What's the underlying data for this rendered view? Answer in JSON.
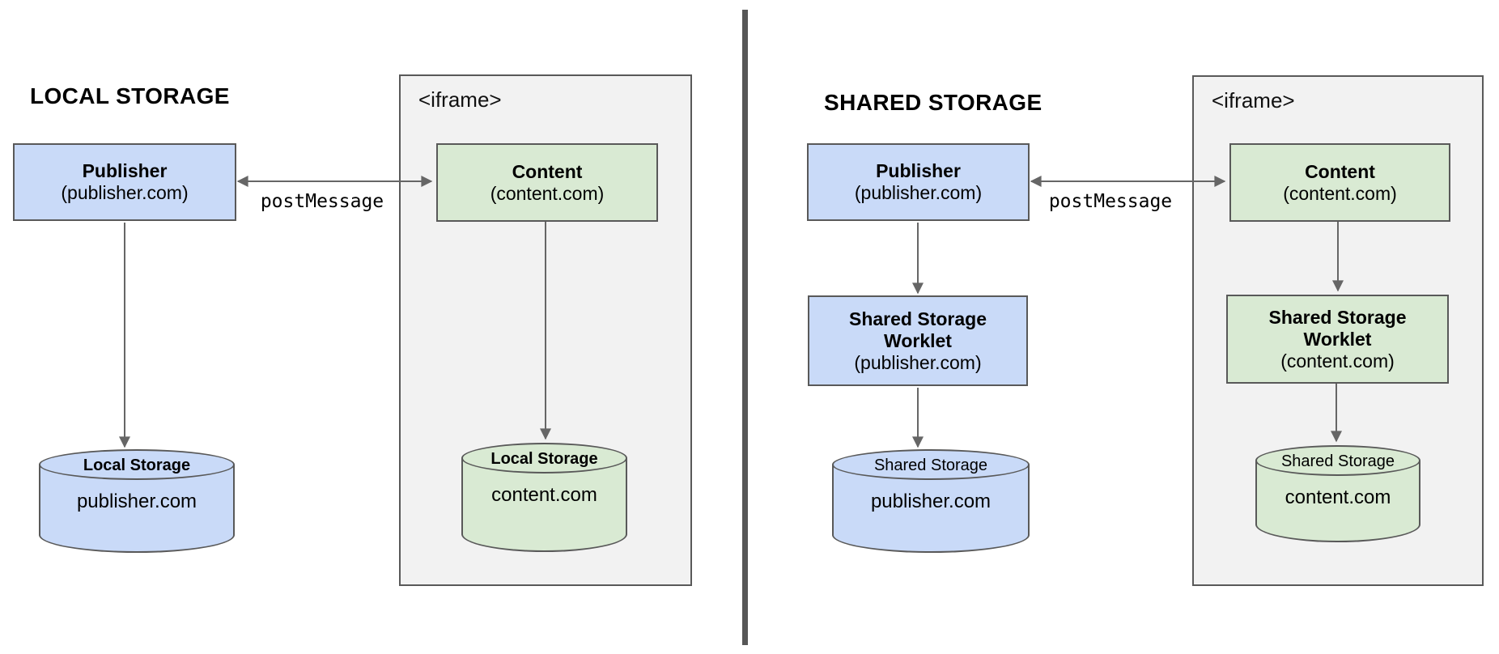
{
  "diagram": {
    "left": {
      "title": "LOCAL STORAGE",
      "publisher_box": {
        "name": "Publisher",
        "origin": "(publisher.com)"
      },
      "post_message": "postMessage",
      "publisher_storage": {
        "label": "Local Storage",
        "origin": "publisher.com"
      },
      "iframe": {
        "label": "<iframe>",
        "content_box": {
          "name": "Content",
          "origin": "(content.com)"
        },
        "content_storage": {
          "label": "Local Storage",
          "origin": "content.com"
        }
      }
    },
    "right": {
      "title": "SHARED STORAGE",
      "publisher_box": {
        "name": "Publisher",
        "origin": "(publisher.com)"
      },
      "post_message": "postMessage",
      "publisher_worklet_box": {
        "name": "Shared Storage Worklet",
        "origin": "(publisher.com)"
      },
      "publisher_storage": {
        "label": "Shared Storage",
        "origin": "publisher.com"
      },
      "iframe": {
        "label": "<iframe>",
        "content_box": {
          "name": "Content",
          "origin": "(content.com)"
        },
        "content_worklet_box": {
          "name": "Shared Storage Worklet",
          "origin": "(content.com)"
        },
        "content_storage": {
          "label": "Shared Storage",
          "origin": "content.com"
        }
      }
    },
    "colors": {
      "publisher_fill": "#c9daf8",
      "content_fill": "#d9ead3",
      "iframe_fill": "#f2f2f2",
      "border": "#595959",
      "arrow": "#666666",
      "divider": "#575757"
    }
  }
}
